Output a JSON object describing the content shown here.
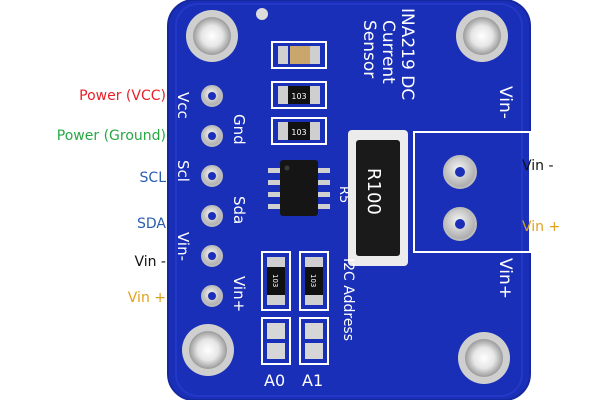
{
  "board": {
    "title_line1": "INA219 DC",
    "title_line2": "Current",
    "title_line3": "Sensor",
    "header_pins": [
      "Vcc",
      "Gnd",
      "Scl",
      "Sda",
      "Vin-",
      "Vin+"
    ],
    "terminal_top": "Vin-",
    "terminal_bottom": "Vin+",
    "shunt_label": "R100",
    "shunt_ref": "R5",
    "resistor_code": "103",
    "i2c_label": "I2C Address",
    "addr_a0": "A0",
    "addr_a1": "A1"
  },
  "left_labels": [
    {
      "text": "Power (VCC)",
      "color": "#e8202a"
    },
    {
      "text": "Power (Ground)",
      "color": "#27a844"
    },
    {
      "text": "SCL",
      "color": "#2a5db0"
    },
    {
      "text": "SDA",
      "color": "#2a5db0"
    },
    {
      "text": "Vin -",
      "color": "#111111"
    },
    {
      "text": "Vin +",
      "color": "#e0a01c"
    }
  ],
  "right_labels": [
    {
      "text": "Vin -",
      "color": "#111111"
    },
    {
      "text": "Vin +",
      "color": "#e0a01c"
    }
  ],
  "colors": {
    "pcb": "#1a2fb8",
    "pcb_edge": "#1628a0",
    "silkscreen": "#ffffff",
    "pad": "#d9d9d9"
  }
}
